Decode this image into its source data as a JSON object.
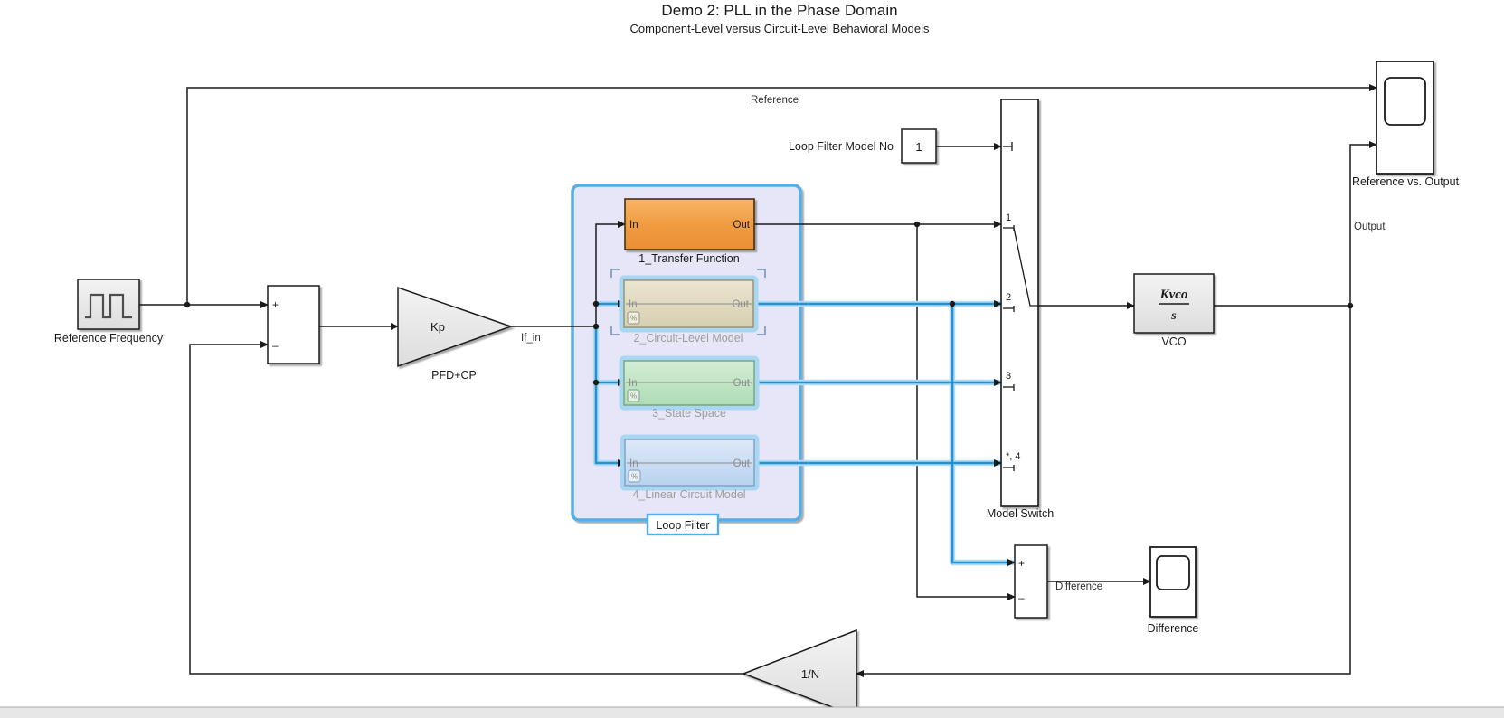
{
  "header": {
    "title": "Demo 2: PLL in the Phase Domain",
    "subtitle": "Component-Level versus Circuit-Level Behavioral Models"
  },
  "source": {
    "label": "Reference Frequency"
  },
  "sum1": {
    "plus": "+",
    "minus": "–"
  },
  "pfdcp": {
    "gain": "Kp",
    "label": "PFD+CP"
  },
  "signals": {
    "if_in": "If_in",
    "reference": "Reference",
    "output": "Output",
    "difference": "Difference"
  },
  "loop_filter": {
    "label": "Loop Filter",
    "blocks": [
      {
        "label": "1_Transfer Function",
        "in": "In",
        "out": "Out"
      },
      {
        "label": "2_Circuit-Level Model",
        "in": "In",
        "out": "Out",
        "badge": "%"
      },
      {
        "label": "3_State Space",
        "in": "In",
        "out": "Out",
        "badge": "%"
      },
      {
        "label": "4_Linear Circuit Model",
        "in": "In",
        "out": "Out",
        "badge": "%"
      }
    ]
  },
  "model_no": {
    "value": "1",
    "label": "Loop Filter Model No"
  },
  "model_switch": {
    "label": "Model Switch",
    "ports": [
      "1",
      "2",
      "3",
      "*, 4"
    ]
  },
  "vco": {
    "label": "VCO",
    "num": "Kvco",
    "den": "s"
  },
  "scope_main": {
    "label": "Reference vs. Output"
  },
  "diff_sum": {
    "plus": "+",
    "minus": "–"
  },
  "scope_diff": {
    "label": "Difference"
  },
  "feedback": {
    "gain": "1/N"
  },
  "colors": {
    "highlight_wire": "#2791d0",
    "highlight_halo": "#aedbf5",
    "loop_filter_border": "#54aee6",
    "loop_filter_fill": "#e6e6f8",
    "block_orange_top": "#f7af5e",
    "block_orange_bottom": "#ea9036",
    "block_tan": "#ddd6ba",
    "block_green": "#bfe2c3",
    "block_blue": "#c8dcf4",
    "block_gray": "#e8e8e8",
    "gray_text": "#9d9d9d"
  }
}
